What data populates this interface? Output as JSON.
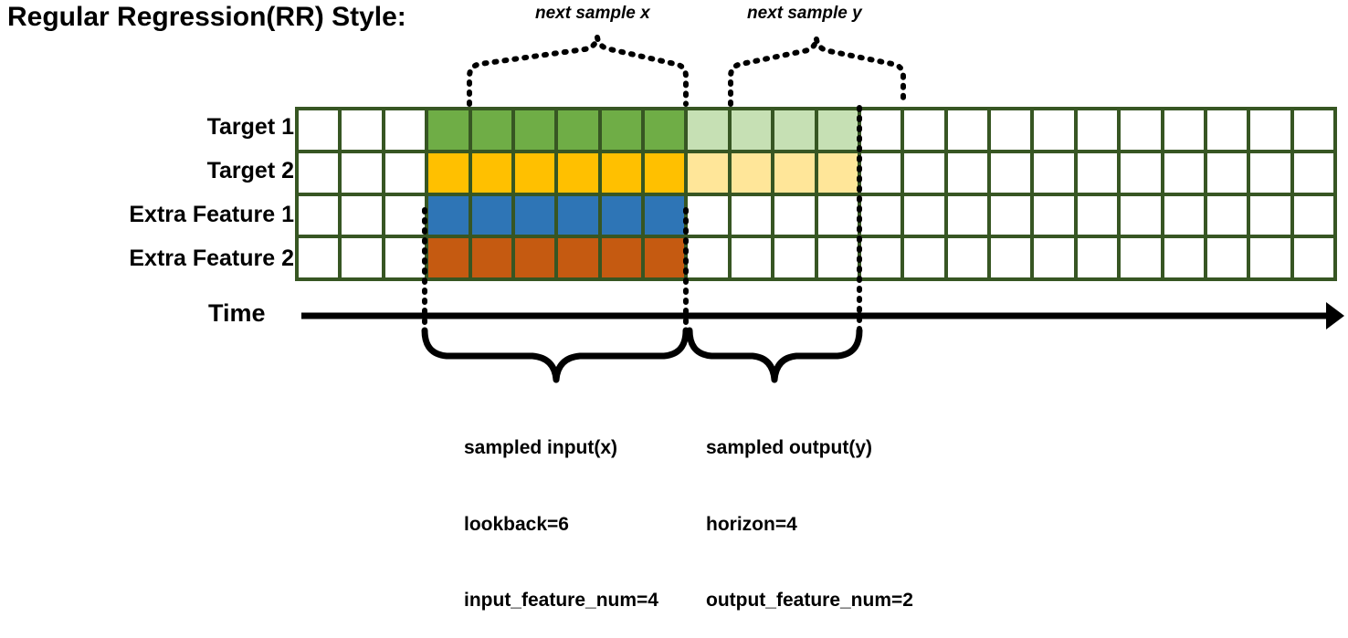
{
  "page": {
    "title": "Regular Regression(RR) Style:"
  },
  "annotations": {
    "top": [
      {
        "id": "next-sample-x",
        "text": "next sample x"
      },
      {
        "id": "next-sample-y",
        "text": "next sample y"
      }
    ]
  },
  "axis": {
    "time_label": "Time",
    "arrow_icon": "arrow-right-icon"
  },
  "rows": [
    {
      "label": "Target 1",
      "fill_solid": "green",
      "fill_faded": "green-light"
    },
    {
      "label": "Target 2",
      "fill_solid": "yellow",
      "fill_faded": "yellow-light"
    },
    {
      "label": "Extra Feature 1",
      "fill_solid": "blue",
      "fill_faded": null
    },
    {
      "label": "Extra Feature 2",
      "fill_solid": "orange",
      "fill_faded": null
    }
  ],
  "grid": {
    "columns": 24,
    "rows": 4,
    "lead_blank_columns": 3,
    "input_columns": 6,
    "output_columns": 4,
    "trailing_blank_columns": 11,
    "cells": [
      [
        "white",
        "white",
        "white",
        "green",
        "green",
        "green",
        "green",
        "green",
        "green",
        "green-light",
        "green-light",
        "green-light",
        "green-light",
        "white",
        "white",
        "white",
        "white",
        "white",
        "white",
        "white",
        "white",
        "white",
        "white",
        "white"
      ],
      [
        "white",
        "white",
        "white",
        "yellow",
        "yellow",
        "yellow",
        "yellow",
        "yellow",
        "yellow",
        "yellow-light",
        "yellow-light",
        "yellow-light",
        "yellow-light",
        "white",
        "white",
        "white",
        "white",
        "white",
        "white",
        "white",
        "white",
        "white",
        "white",
        "white"
      ],
      [
        "white",
        "white",
        "white",
        "blue",
        "blue",
        "blue",
        "blue",
        "blue",
        "blue",
        "white",
        "white",
        "white",
        "white",
        "white",
        "white",
        "white",
        "white",
        "white",
        "white",
        "white",
        "white",
        "white",
        "white",
        "white"
      ],
      [
        "white",
        "white",
        "white",
        "orange",
        "orange",
        "orange",
        "orange",
        "orange",
        "orange",
        "white",
        "white",
        "white",
        "white",
        "white",
        "white",
        "white",
        "white",
        "white",
        "white",
        "white",
        "white",
        "white",
        "white",
        "white"
      ]
    ]
  },
  "captions": {
    "input": {
      "line1": "sampled input(x)",
      "line2": "lookback=6",
      "line3": "input_feature_num=4"
    },
    "output": {
      "line1": "sampled output(y)",
      "line2": "horizon=4",
      "line3": "output_feature_num=2"
    }
  },
  "colors": {
    "border": "#375623",
    "green": "#6FAD46",
    "green_light": "#C6E0B4",
    "yellow": "#FFC000",
    "yellow_light": "#FFE699",
    "blue": "#2E75B6",
    "orange": "#C55A11",
    "line": "#000000",
    "background": "#FFFFFF"
  }
}
